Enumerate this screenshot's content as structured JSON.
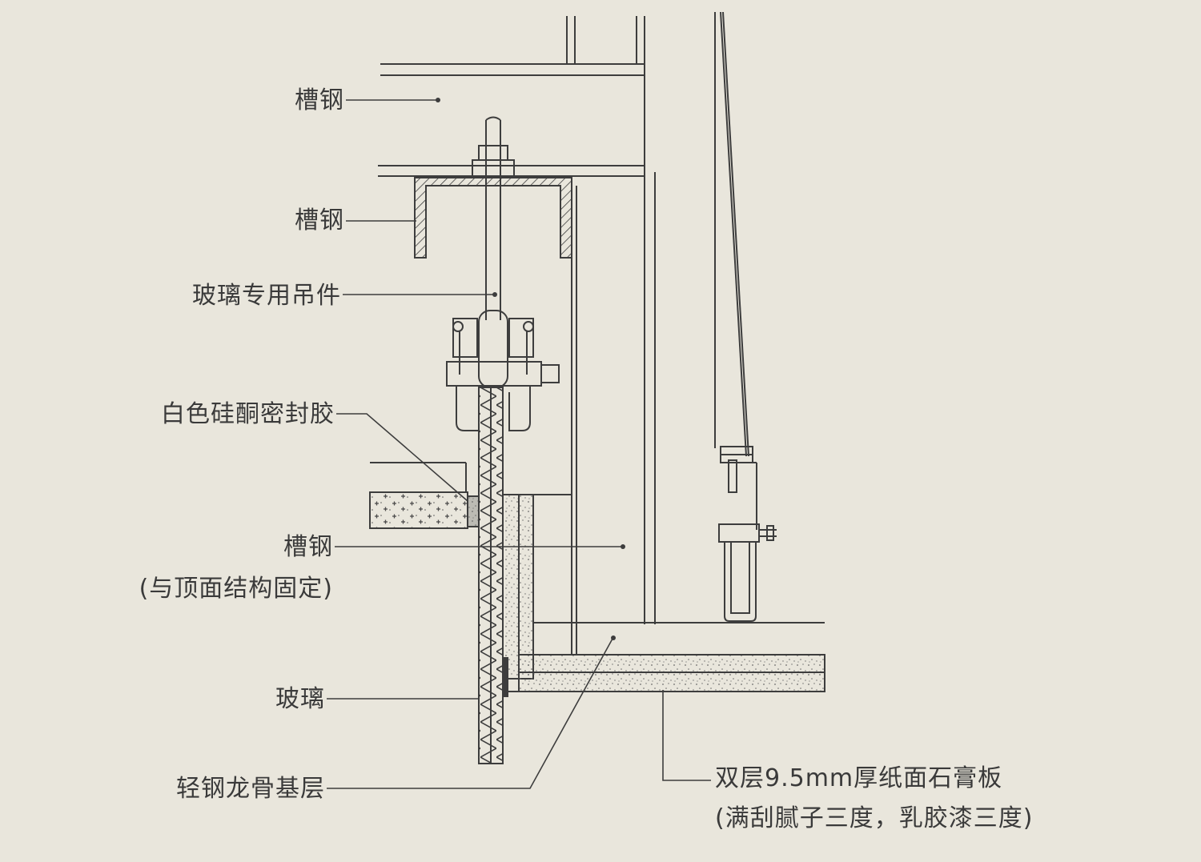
{
  "labels": {
    "channel_steel_top": "槽钢",
    "channel_steel_mid": "槽钢",
    "glass_hanger": "玻璃专用吊件",
    "silicone_sealant": "白色硅酮密封胶",
    "channel_steel_fixed": "槽钢",
    "channel_steel_fixed_note": "(与顶面结构固定)",
    "glass": "玻璃",
    "light_steel_keel": "轻钢龙骨基层",
    "gypsum_board": "双层9.5mm厚纸面石膏板",
    "gypsum_board_note": "(满刮腻子三度，乳胶漆三度)"
  },
  "colors": {
    "background": "#e9e6dc",
    "line": "#3d3d3d",
    "text": "#3a3a3a"
  }
}
